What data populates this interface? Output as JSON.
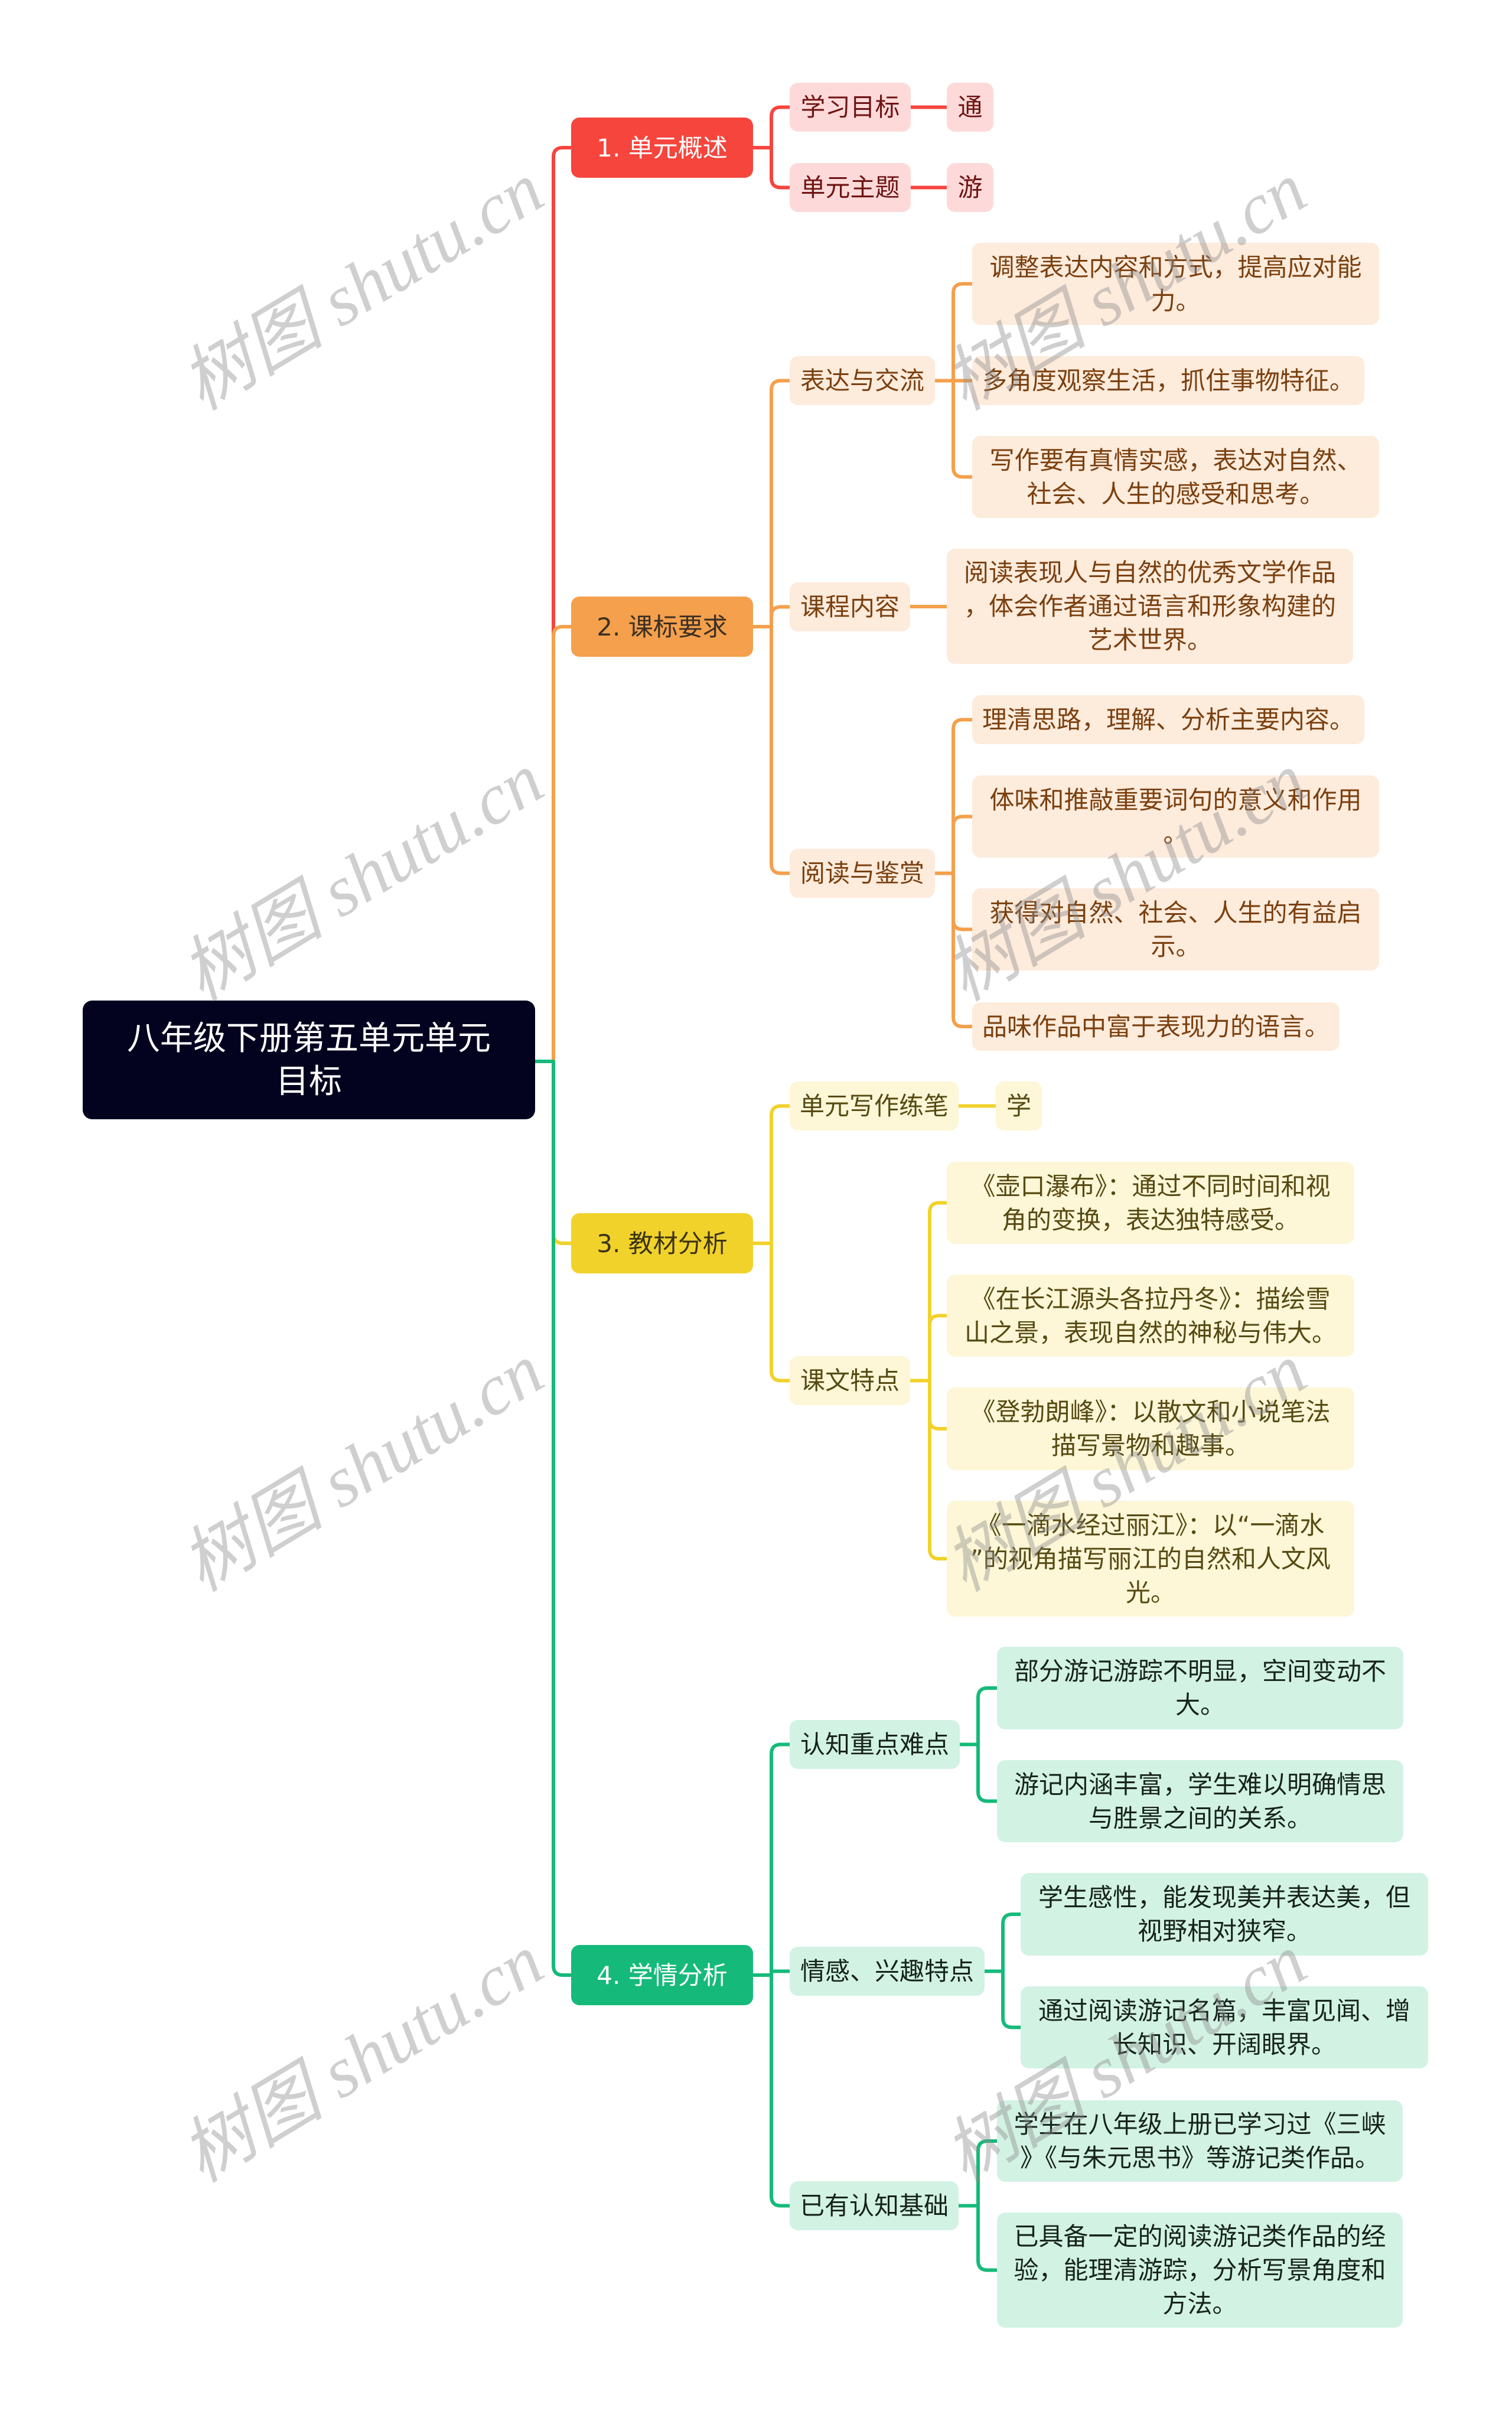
{
  "root": {
    "text": "八年级下册第五单元单元\n目标",
    "bg": "#03031f"
  },
  "branches": [
    {
      "label": "1. 单元概述",
      "theme": {
        "main": "#f5453d",
        "main_text": "#ffffff",
        "light": "#fddad9",
        "text": "#6f1313"
      },
      "children": [
        {
          "label": "学习目标",
          "children": [
            "通"
          ]
        },
        {
          "label": "单元主题",
          "children": [
            "游"
          ]
        }
      ]
    },
    {
      "label": "2. 课标要求",
      "theme": {
        "main": "#f4a04c",
        "main_text": "#3b2f24",
        "light": "#fdebdc",
        "text": "#7b400f"
      },
      "children": [
        {
          "label": "表达与交流",
          "children": [
            "调整表达内容和方式，提高应对能\n力。",
            "多角度观察生活，抓住事物特征。",
            "写作要有真情实感，表达对自然、\n社会、人生的感受和思考。"
          ]
        },
        {
          "label": "课程内容",
          "children": [
            "阅读表现人与自然的优秀文学作品\n，体会作者通过语言和形象构建的\n艺术世界。"
          ]
        },
        {
          "label": "阅读与鉴赏",
          "children": [
            "理清思路，理解、分析主要内容。",
            "体味和推敲重要词句的意义和作用\n。",
            "获得对自然、社会、人生的有益启\n示。",
            "品味作品中富于表现力的语言。"
          ]
        }
      ]
    },
    {
      "label": "3. 教材分析",
      "theme": {
        "main": "#f1d22b",
        "main_text": "#3b3413",
        "light": "#fdf6d7",
        "text": "#564a12"
      },
      "children": [
        {
          "label": "单元写作练笔",
          "children": [
            "学"
          ]
        },
        {
          "label": "课文特点",
          "children": [
            "《壶口瀑布》：通过不同时间和视\n角的变换，表达独特感受。",
            "《在长江源头各拉丹冬》：描绘雪\n山之景，表现自然的神秘与伟大。",
            "《登勃朗峰》：以散文和小说笔法\n描写景物和趣事。",
            "《一滴水经过丽江》：以“一滴水\n”的视角描写丽江的自然和人文风\n光。"
          ]
        }
      ]
    },
    {
      "label": "4. 学情分析",
      "theme": {
        "main": "#15ba7a",
        "main_text": "#ffffff",
        "light": "#d2f2e4",
        "text": "#16231b"
      },
      "children": [
        {
          "label": "认知重点难点",
          "children": [
            "部分游记游踪不明显，空间变动不\n大。",
            "游记内涵丰富，学生难以明确情思\n与胜景之间的关系。"
          ]
        },
        {
          "label": "情感、兴趣特点",
          "children": [
            "学生感性，能发现美并表达美，但\n视野相对狭窄。",
            "通过阅读游记名篇，丰富见闻、增\n长知识、开阔眼界。"
          ]
        },
        {
          "label": "已有认知基础",
          "children": [
            "学生在八年级上册已学习过《三峡\n》《与朱元思书》等游记类作品。",
            "已具备一定的阅读游记类作品的经\n验，能理清游踪，分析写景角度和\n方法。"
          ]
        }
      ]
    }
  ],
  "watermark": {
    "text": "树图 shutu.cn",
    "color": "#d0d0d0"
  }
}
